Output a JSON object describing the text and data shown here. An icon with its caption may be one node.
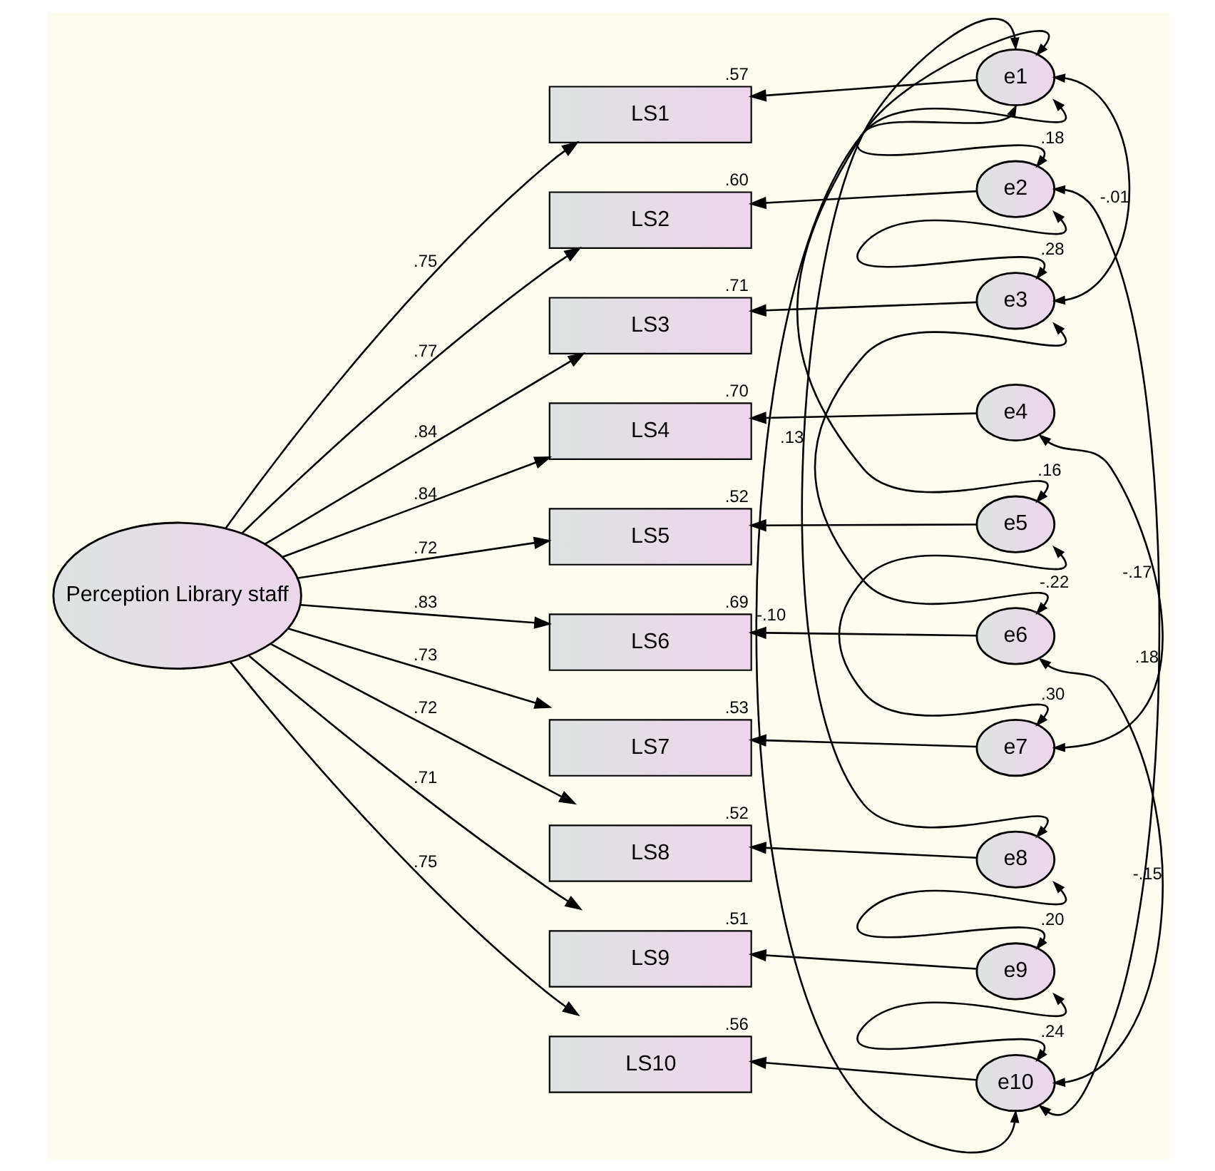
{
  "diagram": {
    "nodes": [
      {
        "text": [
          "Perception Library staff"
        ]
      },
      {
        "text": [
          "LS1"
        ],
        "beside": [
          ".57"
        ]
      },
      {
        "text": [
          "LS2"
        ],
        "beside": [
          ".60"
        ]
      },
      {
        "text": [
          "LS3"
        ],
        "beside": [
          ".71"
        ]
      },
      {
        "text": [
          "LS4"
        ],
        "beside": [
          ".70"
        ]
      },
      {
        "text": [
          "LS5"
        ],
        "beside": [
          ".52"
        ]
      },
      {
        "text": [
          "LS6"
        ],
        "beside": [
          ".69"
        ]
      },
      {
        "text": [
          "LS7"
        ],
        "beside": [
          ".53"
        ]
      },
      {
        "text": [
          "LS8"
        ],
        "beside": [
          ".52"
        ]
      },
      {
        "text": [
          "LS9"
        ],
        "beside": [
          ".51"
        ]
      },
      {
        "text": [
          "LS10"
        ],
        "beside": [
          ".56"
        ]
      },
      {
        "text": [
          "e1"
        ]
      },
      {
        "text": [
          "e2"
        ]
      },
      {
        "text": [
          "e3"
        ]
      },
      {
        "text": [
          "e4"
        ]
      },
      {
        "text": [
          "e5"
        ]
      },
      {
        "text": [
          "e6"
        ]
      },
      {
        "text": [
          "e7"
        ]
      },
      {
        "text": [
          "e8"
        ]
      },
      {
        "text": [
          "e9"
        ]
      },
      {
        "text": [
          "e10"
        ]
      }
    ],
    "edges": [
      {
        "from": 0,
        "to": 1,
        "arrow": "to",
        "label": ".75"
      },
      {
        "from": 0,
        "to": 2,
        "arrow": "to",
        "label": ".77"
      },
      {
        "from": 0,
        "to": 3,
        "arrow": "to",
        "label": ".84"
      },
      {
        "from": 0,
        "to": 4,
        "arrow": "to",
        "label": ".84"
      },
      {
        "from": 0,
        "to": 5,
        "arrow": "to",
        "label": ".72"
      },
      {
        "from": 0,
        "to": 6,
        "arrow": "to",
        "label": ".83"
      },
      {
        "from": 0,
        "to": 7,
        "arrow": "to",
        "label": ".73"
      },
      {
        "from": 0,
        "to": 8,
        "arrow": "to",
        "label": ".72"
      },
      {
        "from": 0,
        "to": 9,
        "arrow": "to",
        "label": ".71"
      },
      {
        "from": 0,
        "to": 10,
        "arrow": "to",
        "label": ".75"
      },
      {
        "from": 11,
        "to": 1,
        "arrow": "to"
      },
      {
        "from": 12,
        "to": 2,
        "arrow": "to"
      },
      {
        "from": 13,
        "to": 3,
        "arrow": "to"
      },
      {
        "from": 14,
        "to": 4,
        "arrow": "to"
      },
      {
        "from": 15,
        "to": 5,
        "arrow": "to"
      },
      {
        "from": 16,
        "to": 6,
        "arrow": "to"
      },
      {
        "from": 17,
        "to": 7,
        "arrow": "to"
      },
      {
        "from": 18,
        "to": 8,
        "arrow": "to"
      },
      {
        "from": 19,
        "to": 9,
        "arrow": "to"
      },
      {
        "from": 20,
        "to": 10,
        "arrow": "to"
      },
      {
        "from": 11,
        "to": 12,
        "arrow": "both",
        "label": ".18"
      },
      {
        "from": 11,
        "to": 13,
        "arrow": "both",
        "label": "-.01"
      },
      {
        "from": 12,
        "to": 13,
        "arrow": "both",
        "label": ".28"
      },
      {
        "from": 11,
        "to": 15,
        "arrow": "both",
        "label": ".16"
      },
      {
        "from": 11,
        "to": 18,
        "arrow": "both",
        "label": ".13"
      },
      {
        "from": 11,
        "to": 20,
        "arrow": "both",
        "label": "-.10"
      },
      {
        "from": 12,
        "to": 20,
        "arrow": "both",
        "label": ".18"
      },
      {
        "from": 13,
        "to": 16,
        "arrow": "both",
        "label": "-.22"
      },
      {
        "from": 14,
        "to": 17,
        "arrow": "both",
        "label": "-.17"
      },
      {
        "from": 15,
        "to": 17,
        "arrow": "both",
        "label": ".30"
      },
      {
        "from": 16,
        "to": 20,
        "arrow": "both",
        "label": "-.15"
      },
      {
        "from": 18,
        "to": 19,
        "arrow": "both",
        "label": ".20"
      },
      {
        "from": 19,
        "to": 20,
        "arrow": "both",
        "label": ".24"
      }
    ]
  }
}
